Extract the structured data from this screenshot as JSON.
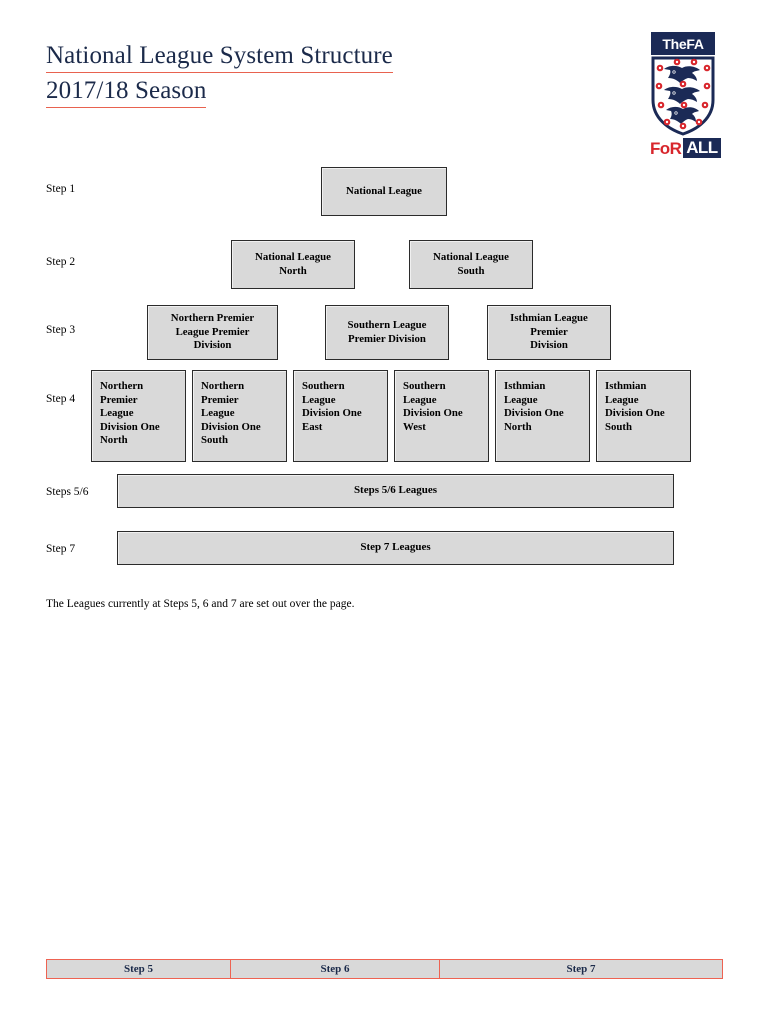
{
  "document": {
    "title_line_1": "National League System Structure",
    "title_line_2": "2017/18 Season",
    "title_color": "#1b2a4a",
    "title_underline_color": "#e8624f",
    "footnote": "The Leagues currently at Steps 5, 6 and 7 are set out over the page."
  },
  "logo": {
    "top_text": "TheFA",
    "bottom_text_red": "FoR",
    "bottom_text_white": "ALL",
    "navy": "#1b2a56",
    "red": "#d8262c",
    "crest_alt": "three-lions-crest"
  },
  "diagram": {
    "node_fill": "#d9d9d9",
    "node_border": "#2b2b2b",
    "rows": [
      {
        "label": "Step 1",
        "nodes": [
          {
            "text": "National League"
          }
        ]
      },
      {
        "label": "Step 2",
        "nodes": [
          {
            "text": "National League\nNorth"
          },
          {
            "text": "National League\nSouth"
          }
        ]
      },
      {
        "label": "Step 3",
        "nodes": [
          {
            "text": "Northern Premier\nLeague Premier\nDivision"
          },
          {
            "text": "Southern League\nPremier Division"
          },
          {
            "text": "Isthmian League\nPremier\nDivision"
          }
        ]
      },
      {
        "label": "Step 4",
        "nodes": [
          {
            "text": "Northern\nPremier\nLeague\nDivision One\nNorth"
          },
          {
            "text": "Northern\nPremier\nLeague\nDivision One\nSouth"
          },
          {
            "text": "Southern\nLeague\nDivision One\nEast"
          },
          {
            "text": "Southern\nLeague\nDivision One\nWest"
          },
          {
            "text": "Isthmian\nLeague\nDivision One\nNorth"
          },
          {
            "text": "Isthmian\nLeague\nDivision One\nSouth"
          }
        ]
      },
      {
        "label": "Steps 5/6",
        "nodes": [
          {
            "text": "Steps 5/6 Leagues"
          }
        ]
      },
      {
        "label": "Step 7",
        "nodes": [
          {
            "text": "Step 7 Leagues"
          }
        ]
      }
    ]
  },
  "footer_table": {
    "border_color": "#ee6352",
    "text_color": "#1b2a4a",
    "cells": [
      "Step 5",
      "Step 6",
      "Step 7"
    ]
  }
}
